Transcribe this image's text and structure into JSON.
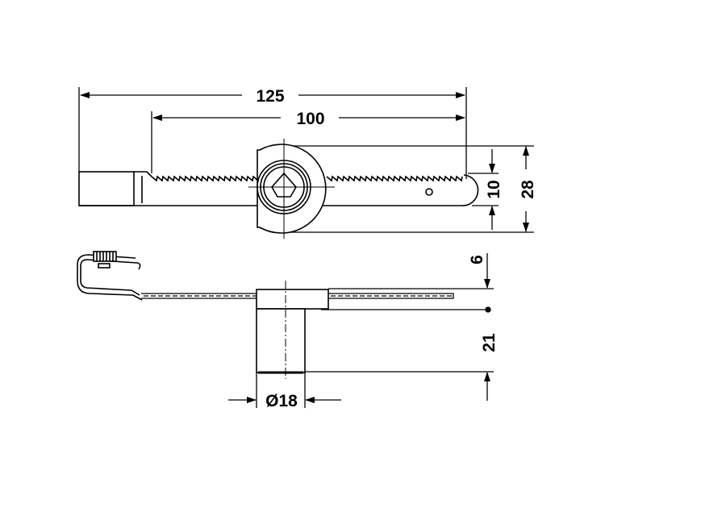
{
  "title": "Drawer lock with toothed bar – technical drawing",
  "dimensions": {
    "overall_length": "125",
    "toothed_length": "100",
    "bar_width": "10",
    "plate_width": "28",
    "bar_height": "6",
    "cylinder_length": "21",
    "cylinder_diameter": "Ø18"
  },
  "colors": {
    "line": "#000000",
    "background": "#ffffff"
  }
}
